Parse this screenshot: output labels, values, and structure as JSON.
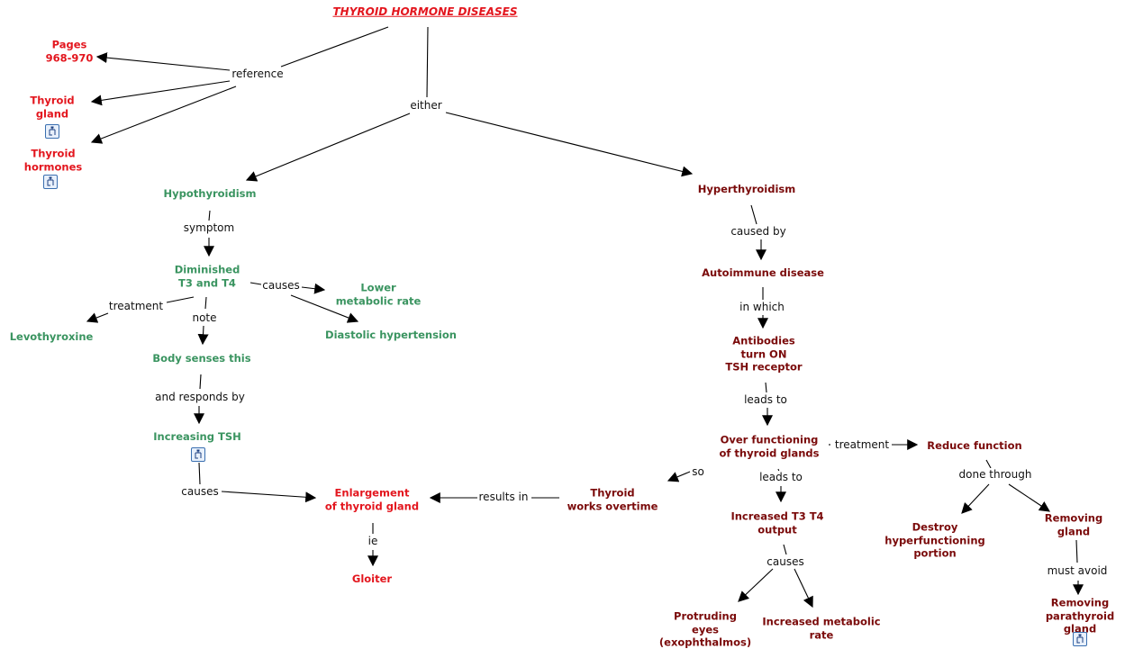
{
  "colors": {
    "root": "#e3161e",
    "hypo": "#3a9460",
    "hyper": "#7a0a0a",
    "link": "#111111"
  },
  "title": "THYROID HORMONE DISEASES",
  "concepts": {
    "pages": "Pages\n968-970",
    "thyroid_gland": "Thyroid\ngland",
    "thyroid_hormones": "Thyroid\nhormones",
    "hypothyroidism": "Hypothyroidism",
    "diminished": "Diminished\nT3 and T4",
    "lower_metabolic": "Lower\nmetabolic rate",
    "levothyroxine": "Levothyroxine",
    "diastolic": "Diastolic hypertension",
    "body_senses": "Body senses this",
    "increasing_tsh": "Increasing TSH",
    "enlargement": "Enlargement\nof thyroid gland",
    "gloiter": "Gloiter",
    "works_overtime": "Thyroid\nworks overtime",
    "hyperthyroidism": "Hyperthyroidism",
    "autoimmune": "Autoimmune disease",
    "antibodies": "Antibodies\nturn ON\nTSH receptor",
    "over_functioning": "Over functioning\nof thyroid glands",
    "reduce_function": "Reduce function",
    "increased_t3t4": "Increased T3 T4\noutput",
    "destroy": "Destroy\nhyperfunctioning\nportion",
    "removing_gland": "Removing gland",
    "removing_parathyroid": "Removing\nparathyroid gland",
    "protruding": "Protruding\neyes\n(exophthalmos)",
    "increased_metabolic": "Increased metabolic\nrate"
  },
  "links": {
    "reference": "reference",
    "either": "either",
    "symptom": "symptom",
    "causes1": "causes",
    "treatment1": "treatment",
    "note": "note",
    "responds": "and responds by",
    "causes2": "causes",
    "results_in": "results in",
    "ie": "ie",
    "caused_by": "caused by",
    "in_which": "in which",
    "leads_to1": "leads to",
    "treatment2": "treatment",
    "so": "so",
    "leads_to2": "leads to",
    "done_through": "done through",
    "causes3": "causes",
    "must_avoid": "must avoid"
  },
  "icons": [
    "concept-map-resource-icon"
  ]
}
